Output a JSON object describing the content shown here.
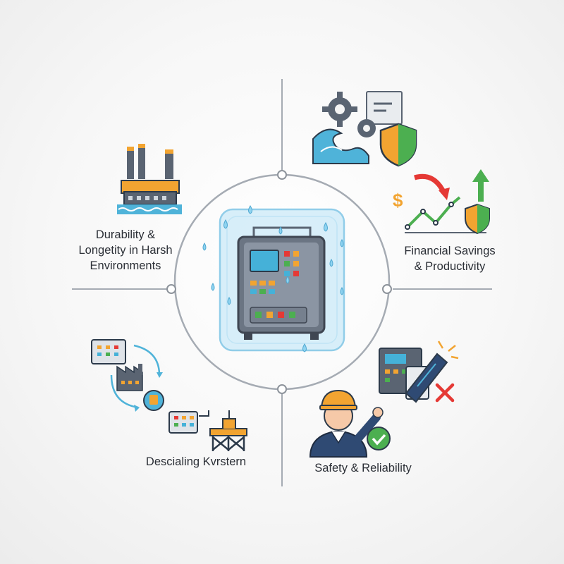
{
  "quadrants": {
    "durability": {
      "line1": "Durability &",
      "line2": "Longetity in Harsh",
      "line3": "Environments"
    },
    "financial": {
      "line1": "Financial Savings",
      "line2": "& Productivity"
    },
    "descaling": {
      "line1": "Descialing Kvrstern"
    },
    "safety": {
      "line1": "Safety & Reliability"
    }
  },
  "colors": {
    "line": "#9aa0a8",
    "navy": "#2f4a73",
    "orange": "#f2a431",
    "water": "#4fb3d9",
    "green": "#4caf50",
    "red": "#e53935",
    "panel_bg": "#d9f0fa"
  },
  "icons": {
    "durability": "offshore-platform-icon",
    "financial": "savings-chart-icon",
    "descaling": "descaling-cycle-icon",
    "safety": "engineer-checkmark-icon",
    "center": "waterproof-control-panel-icon",
    "top": "gears-wave-shield-icon",
    "bottom_right": "control-panel-error-icon"
  }
}
